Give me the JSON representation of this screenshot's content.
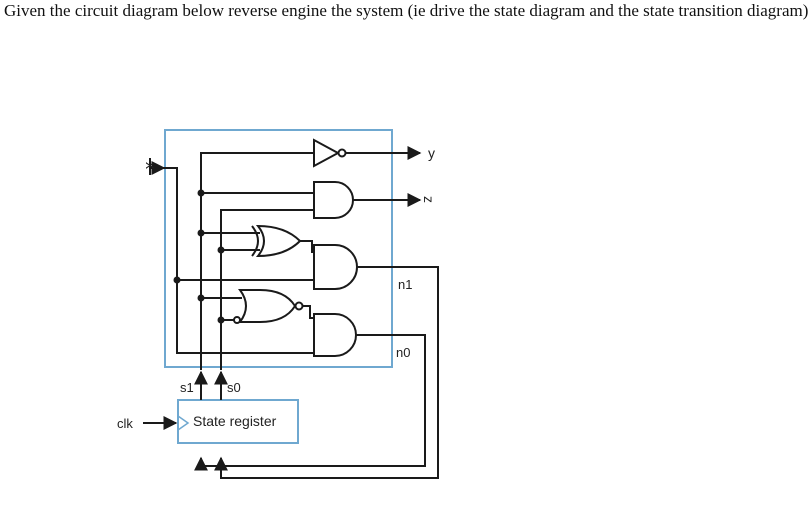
{
  "question": {
    "text": "Given  the circuit diagram below reverse engine the system (ie drive the state diagram and the state transition diagram)"
  },
  "circuit": {
    "input_label": "x",
    "output_y_label": "y",
    "output_z_label": "z",
    "next_state_1_label": "n1",
    "next_state_0_label": "n0",
    "state_bit_1_label": "s1",
    "state_bit_0_label": "s0",
    "register_label": "State register",
    "clock_label": "clk",
    "colors": {
      "box_border": "#6fa8d0",
      "wire": "#1a1a1a"
    }
  }
}
